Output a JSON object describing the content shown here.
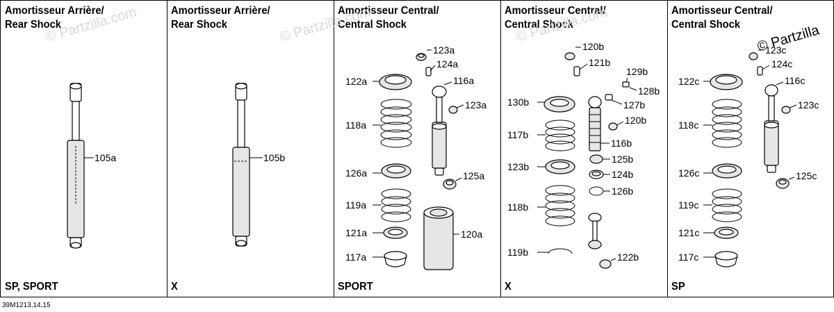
{
  "panels": [
    {
      "title_line1": "Amortisseur Arrière/",
      "title_line2": "Rear Shock",
      "variant": "SP, SPORT"
    },
    {
      "title_line1": "Amortisseur Arrière/",
      "title_line2": "Rear Shock",
      "variant": "X"
    },
    {
      "title_line1": "Amortisseur Central/",
      "title_line2": "Central Shock",
      "variant": "SPORT"
    },
    {
      "title_line1": "Amortisseur Central/",
      "title_line2": "Central Shock",
      "variant": "X"
    },
    {
      "title_line1": "Amortisseur Central/",
      "title_line2": "Central Shock",
      "variant": "SP"
    }
  ],
  "callouts": {
    "p1": [
      "105a"
    ],
    "p2": [
      "105b"
    ],
    "p3": [
      "123a",
      "124a",
      "116a",
      "123a",
      "122a",
      "118a",
      "126a",
      "125a",
      "119a",
      "121a",
      "120a",
      "117a"
    ],
    "p4": [
      "120b",
      "121b",
      "129b",
      "128b",
      "127b",
      "130b",
      "120b",
      "117b",
      "116b",
      "125b",
      "123b",
      "124b",
      "126b",
      "118b",
      "119b",
      "122b"
    ],
    "p5": [
      "123c",
      "124c",
      "116c",
      "122c",
      "123c",
      "118c",
      "126c",
      "125c",
      "119c",
      "121c",
      "117c"
    ]
  },
  "watermark": "© Partzilla.com",
  "watermark_corner": "© Partzilla",
  "document_number": "39M1213,14,15"
}
